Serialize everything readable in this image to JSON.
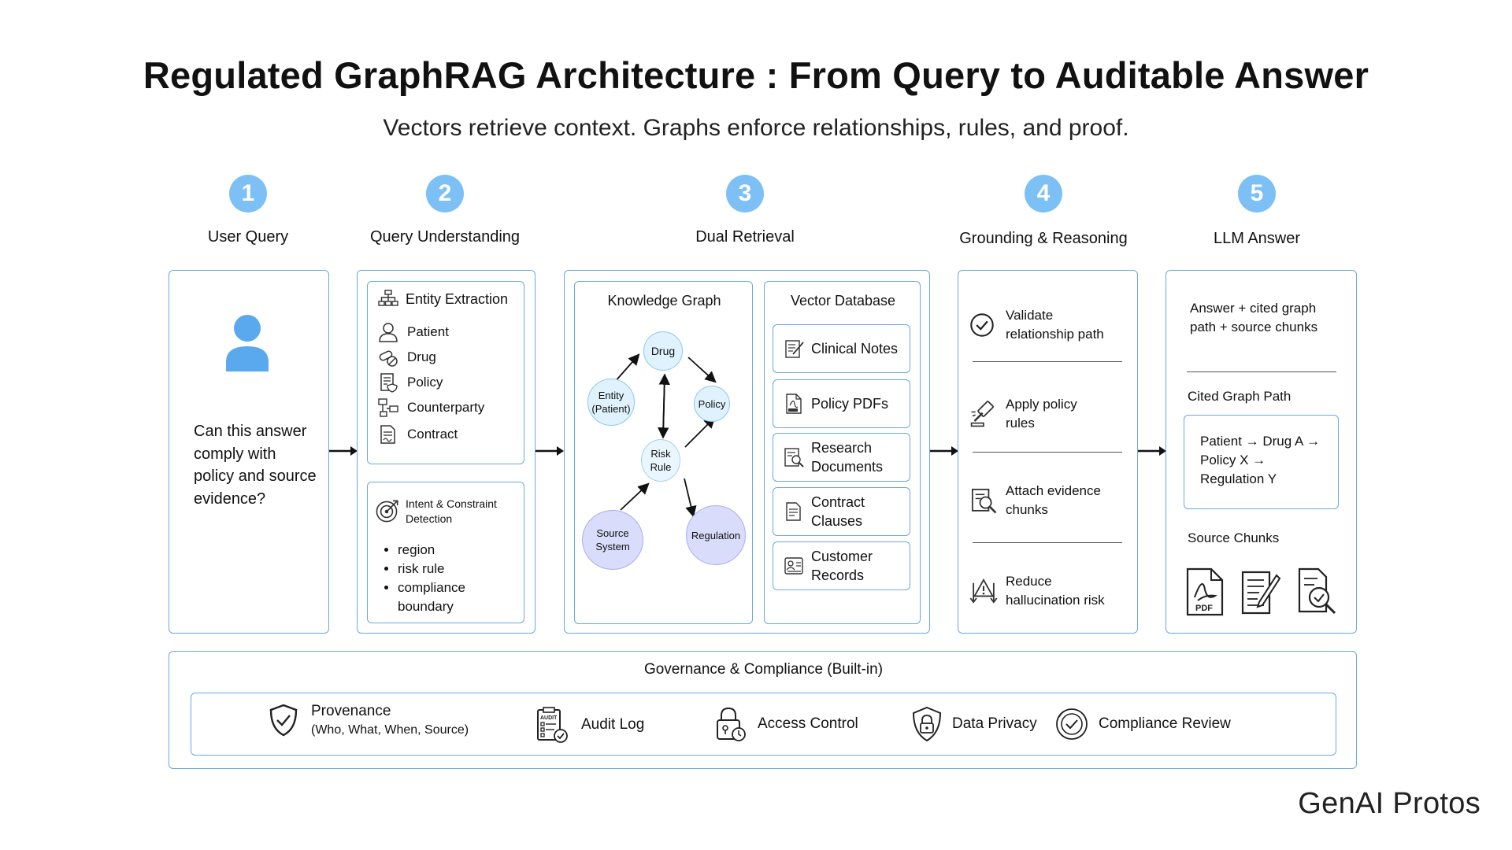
{
  "title": "Regulated GraphRAG Architecture : From Query to Auditable Answer",
  "subtitle": "Vectors retrieve context. Graphs enforce relationships, rules, and proof.",
  "colors": {
    "accent": "#7cc0f5",
    "border": "#6aa8e4",
    "node_light": "#dff2fd",
    "node_purple": "#d9dcfb"
  },
  "steps": [
    {
      "num": "1",
      "label": "User Query"
    },
    {
      "num": "2",
      "label": "Query Understanding"
    },
    {
      "num": "3",
      "label": "Dual Retrieval"
    },
    {
      "num": "4",
      "label": "Grounding & Reasoning"
    },
    {
      "num": "5",
      "label": "LLM Answer"
    }
  ],
  "user_query": {
    "text": "Can this answer comply with policy and source evidence?",
    "icon": "user-icon"
  },
  "query_understanding": {
    "entity": {
      "title": "Entity Extraction",
      "items": [
        "Patient",
        "Drug",
        "Policy",
        "Counterparty",
        "Contract"
      ]
    },
    "intent": {
      "title": "Intent & Constraint Detection",
      "bullets": [
        "region",
        "risk rule",
        "compliance boundary"
      ]
    }
  },
  "dual_retrieval": {
    "kg": {
      "title": "Knowledge Graph",
      "nodes": {
        "drug": "Drug",
        "entity": "Entity (Patient)",
        "policy": "Policy",
        "risk": "Risk Rule",
        "source": "Source System",
        "regulation": "Regulation"
      }
    },
    "vd": {
      "title": "Vector Database",
      "items": [
        "Clinical Notes",
        "Policy PDFs",
        "Research Documents",
        "Contract Clauses",
        "Customer Records"
      ]
    }
  },
  "grounding": {
    "items": [
      "Validate relationship path",
      "Apply policy rules",
      "Attach evidence chunks",
      "Reduce hallucination risk"
    ]
  },
  "llm_answer": {
    "answer": "Answer + cited graph path + source chunks",
    "cited_title": "Cited Graph Path",
    "cited_path": "Patient → Drug A → Policy X → Regulation Y",
    "chunks_title": "Source Chunks",
    "pdf_label": "PDF"
  },
  "governance": {
    "title": "Governance & Compliance (Built-in)",
    "provenance": "Provenance",
    "provenance_sub": "(Who, What, When, Source)",
    "audit": "Audit Log",
    "audit_badge": "AUDIT",
    "access": "Access Control",
    "privacy": "Data Privacy",
    "review": "Compliance Review"
  },
  "brand": "GenAI Protos"
}
